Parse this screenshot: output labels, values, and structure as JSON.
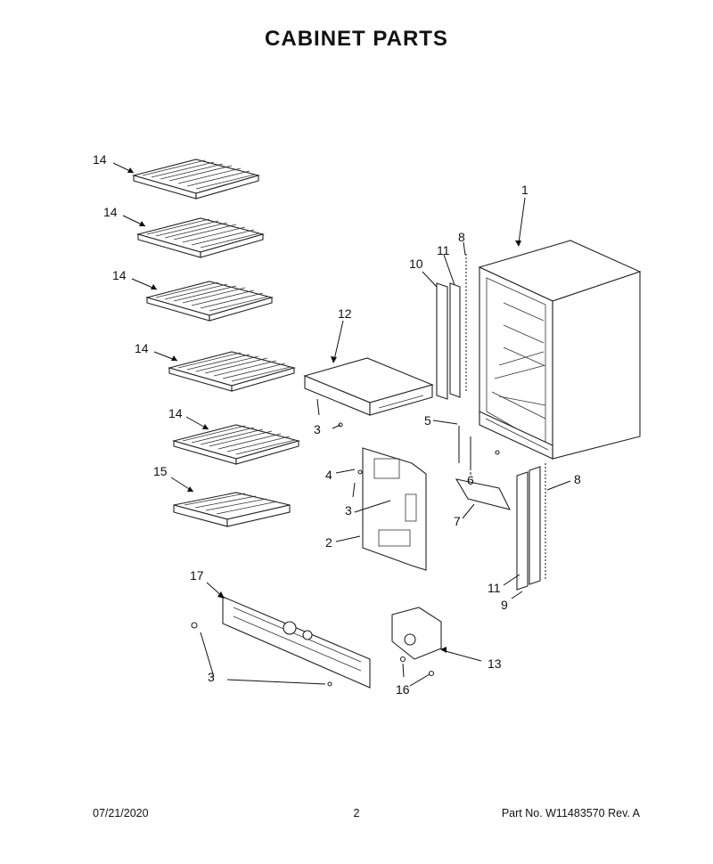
{
  "title": "CABINET PARTS",
  "callouts": [
    {
      "id": "14a",
      "label": "14"
    },
    {
      "id": "14b",
      "label": "14"
    },
    {
      "id": "14c",
      "label": "14"
    },
    {
      "id": "14d",
      "label": "14"
    },
    {
      "id": "14e",
      "label": "14"
    },
    {
      "id": "15",
      "label": "15"
    },
    {
      "id": "1",
      "label": "1"
    },
    {
      "id": "8a",
      "label": "8"
    },
    {
      "id": "11a",
      "label": "11"
    },
    {
      "id": "10",
      "label": "10"
    },
    {
      "id": "12",
      "label": "12"
    },
    {
      "id": "3a",
      "label": "3"
    },
    {
      "id": "5",
      "label": "5"
    },
    {
      "id": "6",
      "label": "6"
    },
    {
      "id": "4",
      "label": "4"
    },
    {
      "id": "3b",
      "label": "3"
    },
    {
      "id": "2",
      "label": "2"
    },
    {
      "id": "7",
      "label": "7"
    },
    {
      "id": "8b",
      "label": "8"
    },
    {
      "id": "11b",
      "label": "11"
    },
    {
      "id": "9",
      "label": "9"
    },
    {
      "id": "17",
      "label": "17"
    },
    {
      "id": "13",
      "label": "13"
    },
    {
      "id": "3c",
      "label": "3"
    },
    {
      "id": "16",
      "label": "16"
    }
  ],
  "footer": {
    "date": "07/21/2020",
    "page": "2",
    "part": "Part No.  W11483570  Rev.  A"
  }
}
